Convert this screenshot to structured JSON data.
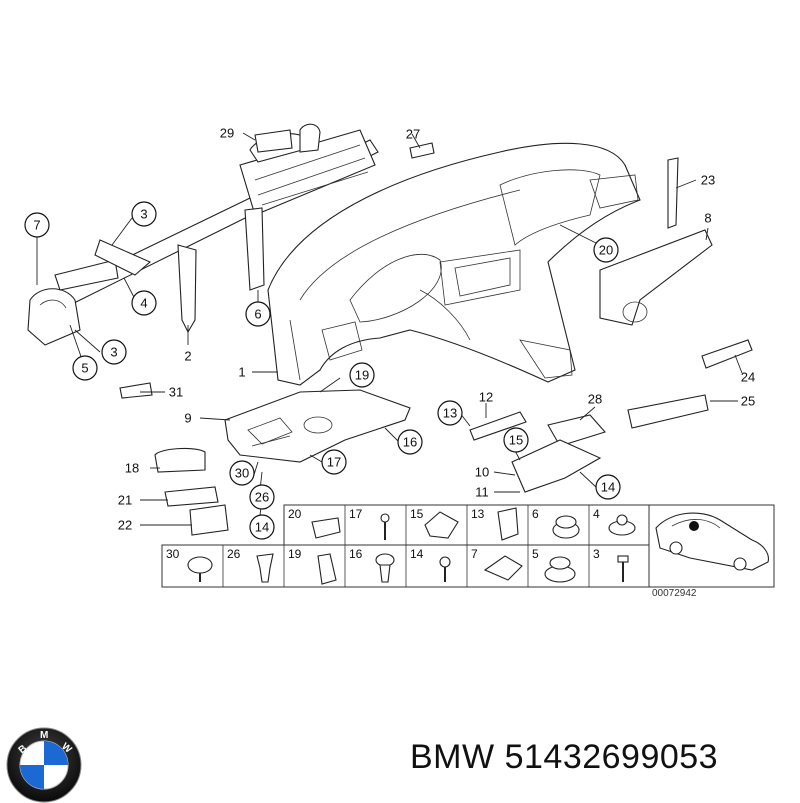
{
  "caption": {
    "brand": "BMW",
    "part_number": "51432699053"
  },
  "diagram": {
    "ref_code": "00072942",
    "callouts": {
      "c1": "1",
      "c2": "2",
      "c3a": "3",
      "c3b": "3",
      "c4": "4",
      "c5": "5",
      "c6": "6",
      "c7": "7",
      "c8": "8",
      "c9": "9",
      "c10": "10",
      "c11": "11",
      "c12": "12",
      "c13": "13",
      "c14a": "14",
      "c14b": "14",
      "c15": "15",
      "c16": "16",
      "c17": "17",
      "c18": "18",
      "c19": "19",
      "c20": "20",
      "c21": "21",
      "c22": "22",
      "c23": "23",
      "c24": "24",
      "c25": "25",
      "c26": "26",
      "c27": "27",
      "c28": "28",
      "c29": "29",
      "c30": "30",
      "c31": "31"
    },
    "grid_top": [
      "20",
      "17",
      "15",
      "13",
      "6",
      "4"
    ],
    "grid_bottom": [
      "30",
      "26",
      "19",
      "16",
      "14",
      "7",
      "5",
      "3"
    ]
  },
  "logo": {
    "icon": "bmw-roundel-icon",
    "letters": "BMW",
    "colors": {
      "blue": "#1c69d4",
      "black": "#111111",
      "white": "#ffffff"
    }
  }
}
